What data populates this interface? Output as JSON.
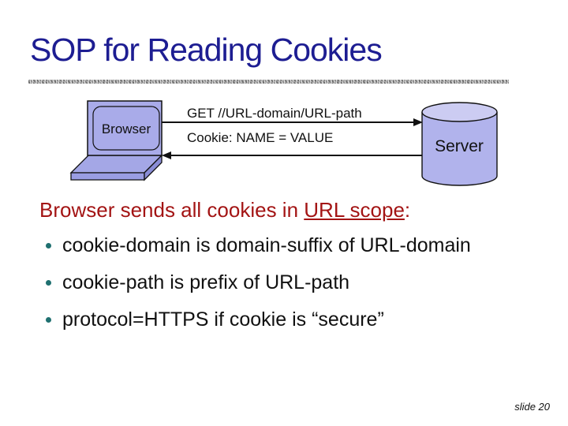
{
  "slide": {
    "title": "SOP for Reading Cookies",
    "page_label": "slide 20"
  },
  "diagram": {
    "browser_label": "Browser",
    "server_label": "Server",
    "request_line": "GET  //URL-domain/URL-path",
    "cookie_line": "Cookie:  NAME = VALUE",
    "arrows": [
      {
        "name": "request-arrow",
        "direction": "browser-to-server"
      },
      {
        "name": "response-arrow",
        "direction": "server-to-browser"
      }
    ]
  },
  "body": {
    "heading_prefix": "Browser sends all cookies in ",
    "heading_link": "URL scope",
    "heading_suffix": ":",
    "bullets": [
      "cookie-domain is domain-suffix of URL-domain",
      "cookie-path is prefix of URL-path",
      "protocol=HTTPS if cookie is “secure”"
    ]
  },
  "colors": {
    "title_navy": "#1d1d92",
    "heading_red": "#a31414",
    "bullet_teal": "#1f7070",
    "shape_fill": "#a9abe9",
    "shape_fill_light": "#ccccf2",
    "shape_fill_dark": "#9396dd",
    "outline": "#111111"
  }
}
